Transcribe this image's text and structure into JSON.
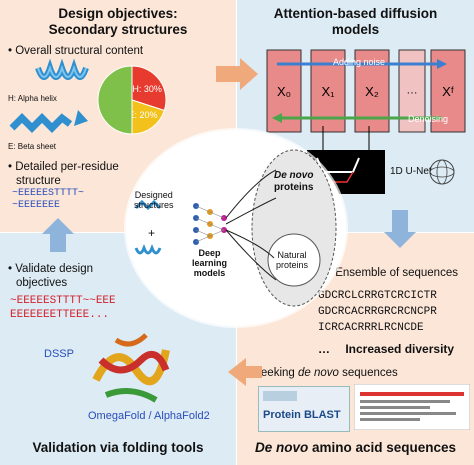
{
  "panels": {
    "design_objectives": {
      "title_line1": "Design objectives:",
      "title_line2": "Secondary structures",
      "bullet1": "Overall structural content",
      "helix_label": "H: Alpha helix",
      "sheet_label": "E: Beta sheet",
      "pie": {
        "slices": [
          {
            "label": "H: 30%",
            "value": 30,
            "color": "#e63b2e"
          },
          {
            "label": "E: 20%",
            "value": 20,
            "color": "#f3c11b"
          },
          {
            "label": "",
            "value": 50,
            "color": "#7ec04a"
          }
        ]
      },
      "bullet2_line1": "Detailed per-residue",
      "bullet2_line2": "structure",
      "seq_line1": "~EEEEESTTTT~",
      "seq_line2": "~EEEEEEE"
    },
    "diffusion": {
      "title_line1": "Attention-based diffusion",
      "title_line2": "models",
      "adding_noise": "Adding noise",
      "denoising": "Denoising",
      "states": [
        "X₀",
        "X₁",
        "X₂",
        "···",
        "Xᶠ"
      ],
      "unet_label": "1D U-Net"
    },
    "center": {
      "designed_structures_line1": "Designed",
      "designed_structures_line2": "structures",
      "plus": "+",
      "deep_learning_line1": "Deep",
      "deep_learning_line2": "learning",
      "deep_learning_line3": "models",
      "de_novo_line1": "De novo",
      "de_novo_line2": "proteins",
      "natural_line1": "Natural",
      "natural_line2": "proteins"
    },
    "ensemble": {
      "bullet": "Ensemble of sequences",
      "seq1": "GDCRCLCRRGTCRCICTR",
      "seq2": "GDCRCACRRGRCRCNCPR",
      "seq3": "ICRCACRRRLRCNCDE",
      "dots": "…",
      "diversity": "Increased diversity"
    },
    "seeking": {
      "bullet_prefix": "Seeking ",
      "bullet_italic": "de novo",
      "bullet_suffix": " sequences",
      "blast_label": "Protein BLAST",
      "title_prefix": "De novo",
      "title_suffix": " amino acid sequences"
    },
    "validation": {
      "bullet_line1": "Validate design",
      "bullet_line2": "objectives",
      "seq_line1": "~EEEEESTTTT~~EEE",
      "seq_line2": "EEEEEEETTEEE...",
      "dssp": "DSSP",
      "tools": "OmegaFold / AlphaFold2",
      "title": "Validation via folding tools"
    }
  },
  "colors": {
    "peach": "#fbe6d8",
    "blue_panel": "#dcebf4",
    "arrow_orange": "#f0a97a",
    "arrow_blue": "#8fb4dc",
    "x_box": "#e88a8a",
    "noise_blue": "#3a7fd0",
    "denoise_green": "#4aa64a",
    "seq_blue": "#2a4dbb",
    "seq_red": "#d4202a"
  }
}
